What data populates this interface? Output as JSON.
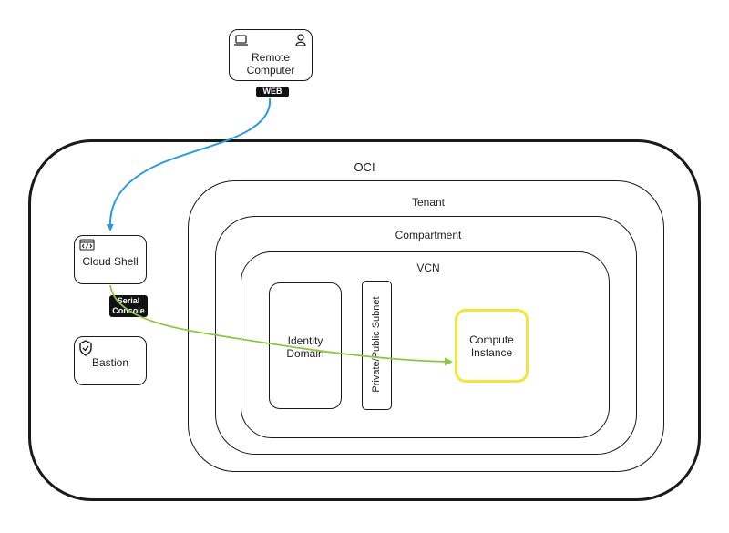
{
  "labels": {
    "remote_computer": "Remote\nComputer",
    "web_tag": "WEB",
    "oci": "OCI",
    "tenant": "Tenant",
    "compartment": "Compartment",
    "vcn": "VCN",
    "cloud_shell": "Cloud Shell",
    "serial_console_tag": "Serial\nConsole",
    "bastion": "Bastion",
    "identity_domain": "Identity\nDomain",
    "subnet": "Private/Public Subnet",
    "compute_instance": "Compute\nInstance"
  },
  "colors": {
    "web_connector": "#2b9be0",
    "serial_connector": "#8dc63f",
    "compute_highlight": "#f2e63d",
    "outline": "#1a1a1a"
  },
  "icons": {
    "remote_device": "laptop-icon",
    "remote_user": "user-icon",
    "cloud_shell": "code-window-icon",
    "bastion": "shield-check-icon"
  }
}
